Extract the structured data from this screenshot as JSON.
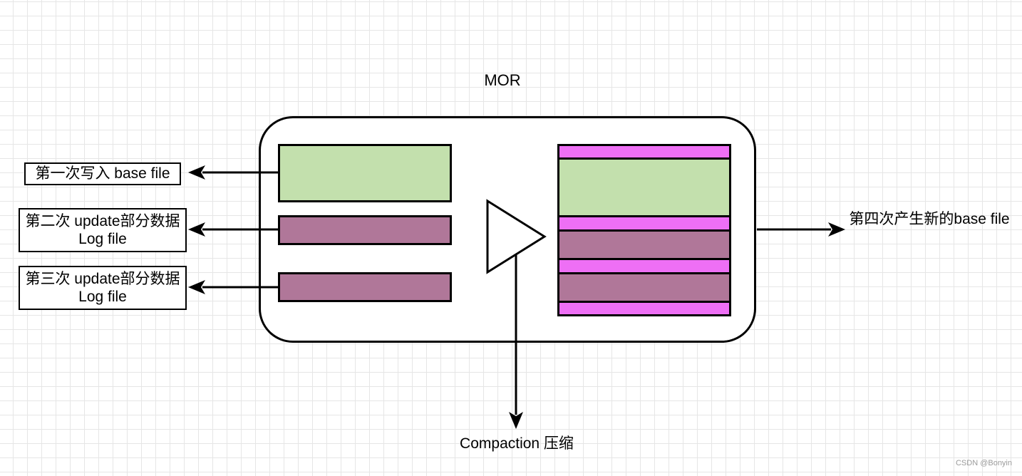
{
  "diagram": {
    "title": "MOR",
    "labels": {
      "first_write": "第一次写入 base file",
      "second_update": "第二次 update部分数据Log file",
      "third_update": "第三次 update部分数据Log file",
      "fourth_new_base": "第四次产生新的base file",
      "compaction": "Compaction 压缩"
    },
    "colors": {
      "base_file": "#c3e0ad",
      "log_file": "#b07799",
      "merged_delta": "#ee6ff5"
    },
    "compaction_symbol": "triangle"
  },
  "watermark": "CSDN @Bonyin"
}
